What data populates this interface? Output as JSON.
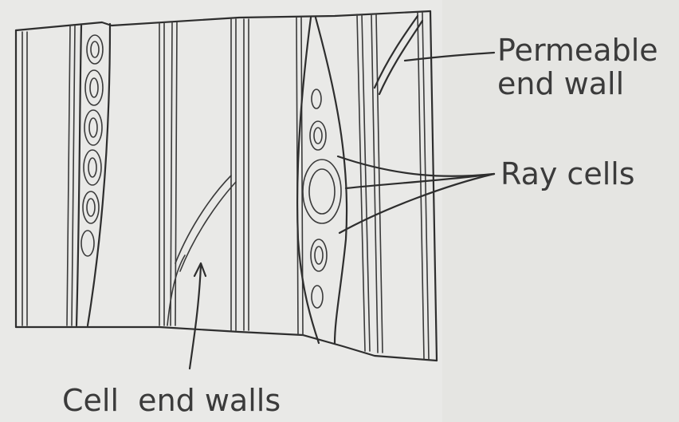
{
  "labels": {
    "permeable_line1": "Permeable",
    "permeable_line2": "end wall",
    "ray_cells": "Ray cells",
    "cell_end_walls": "Cell  end walls"
  },
  "colors": {
    "background": "#e9e9e7",
    "ink": "#2e2e2e",
    "label_text": "#3b3b3b"
  }
}
